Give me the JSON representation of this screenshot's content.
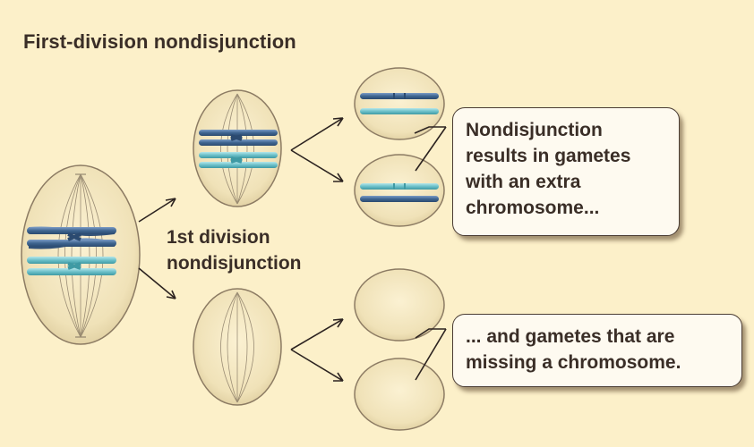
{
  "title": "First-division nondisjunction",
  "middle_label": {
    "line1": "1st division",
    "line2": "nondisjunction"
  },
  "callout_top": {
    "line1": "Nondisjunction",
    "line2": "results in gametes",
    "line3": "with an extra",
    "line4": "chromosome..."
  },
  "callout_bottom": {
    "line1": "... and gametes that are",
    "line2": "missing a chromosome."
  },
  "colors": {
    "background": "#fcf0c9",
    "cell_fill": "#f4e6bd",
    "cell_stroke": "#8c7b63",
    "chromosome_dark": "#3f6590",
    "chromosome_light": "#6cc0c9",
    "text": "#3a2e27"
  }
}
